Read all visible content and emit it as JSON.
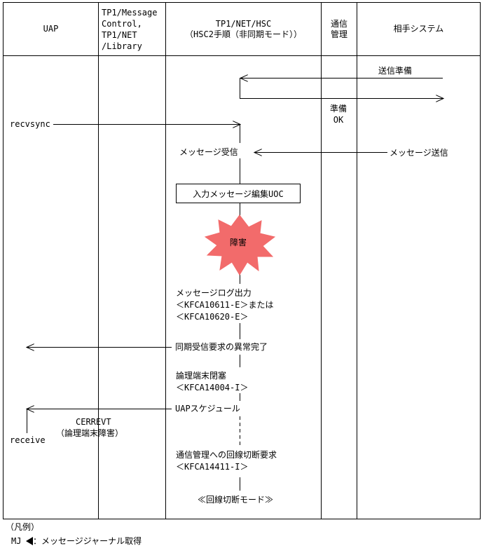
{
  "headers": {
    "uap": "UAP",
    "tp1_library": "TP1/Message\nControl,\nTP1/NET\n/Library",
    "hsc": "TP1/NET/HSC\n（HSC2手順（非同期モード））",
    "comm": "通信\n管理",
    "partner": "相手システム"
  },
  "labels": {
    "send_prep": "送信準備",
    "prep_ok": "準備\nOK",
    "recvsync": "recvsync",
    "msg_recv": "メッセージ受信",
    "msg_send": "メッセージ送信",
    "uoc": "入力メッセージ編集UOC",
    "failure": "障害",
    "log_line1": "メッセージログ出力",
    "log_line2": "＜KFCA10611-E＞または",
    "log_line3": "＜KFCA10620-E＞",
    "sync_abnormal": "同期受信要求の異常完了",
    "lt_close": "論理端末閉塞",
    "lt_close_code": "＜KFCA14004-I＞",
    "uap_schedule": "UAPスケジュール",
    "cerrevt": "CERREVT",
    "cerrevt_sub": "（論理端末障害）",
    "receive": "receive",
    "disconnect_req": "通信管理への回線切断要求",
    "disconnect_code": "＜KFCA14411-I＞",
    "disconnect_mode": "≪回線切断モード≫"
  },
  "legend": {
    "title": "（凡例）",
    "mj": "MJ",
    "mj_desc": "：メッセージジャーナル取得"
  }
}
